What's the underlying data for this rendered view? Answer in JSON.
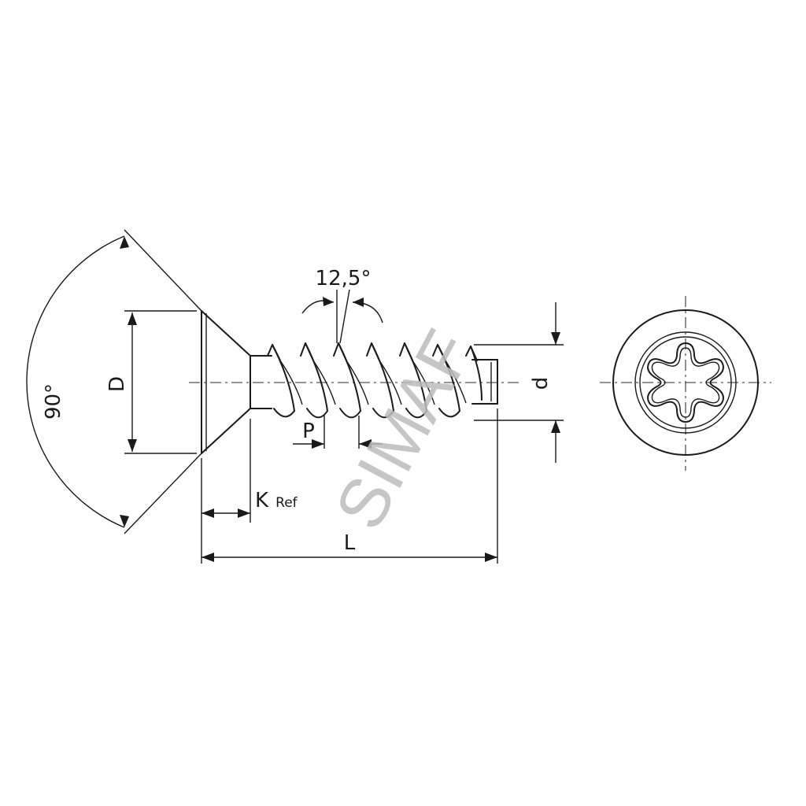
{
  "diagram": {
    "labels": {
      "angle_head": "90°",
      "head_diameter": "D",
      "thread_angle": "12,5°",
      "pitch": "P",
      "k_main": "K",
      "k_sub": "Ref",
      "length": "L",
      "thread_diameter": "d"
    },
    "watermark": "SIMAF",
    "colors": {
      "line": "#1a1a1a",
      "center_line": "#555555",
      "watermark": "#bdbdbd"
    }
  }
}
